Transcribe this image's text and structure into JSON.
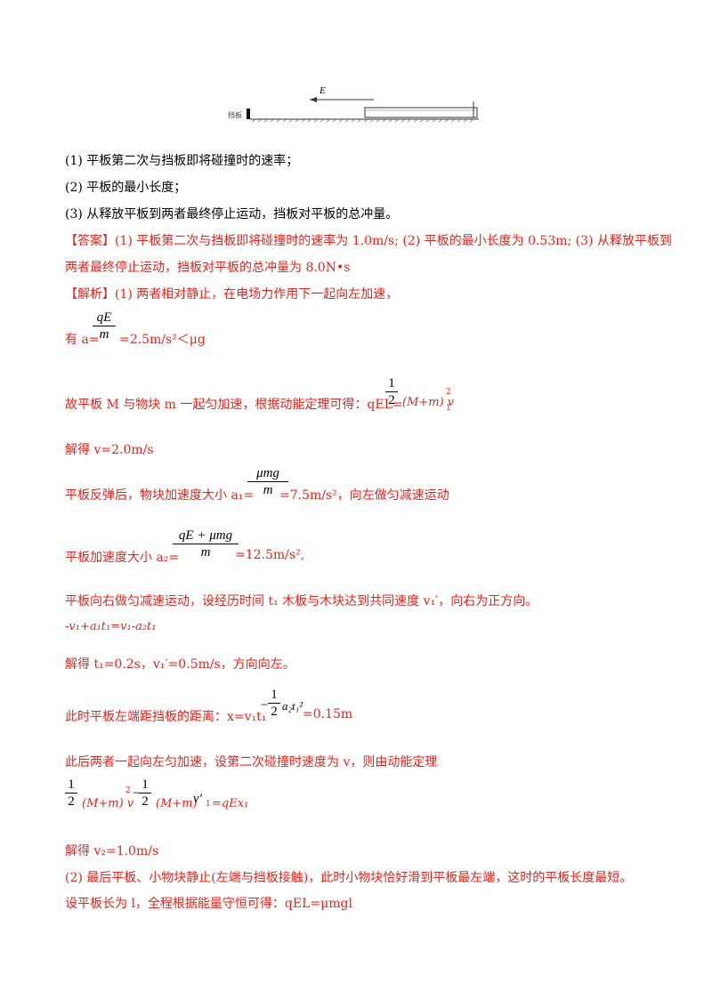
{
  "figure": {
    "field_label": "E",
    "stopper_label": "挡板"
  },
  "questions": [
    "(1) 平板第二次与挡板即将碰撞时的速率；",
    "(2) 平板的最小长度；",
    "(3) 从释放平板到两者最终停止运动，挡板对平板的总冲量。"
  ],
  "answer": {
    "line1": "【答案】(1) 平板第二次与挡板即将碰撞时的速率为 1.0m/s; (2) 平板的最小长度为 0.53m; (3) 从释放平板到",
    "line2": "两者最终停止运动，挡板对平板的总冲量为 8.0N•s"
  },
  "analysis": {
    "intro": "【解析】(1) 两者相对静止，在电场力作用下一起向左加速，",
    "a_prefix": "有 a=",
    "a_frac_num": "qE",
    "a_frac_den": "m",
    "a_suffix": "=2.5m/s²＜μg",
    "energy_text": "故平板 M 与物块 m 一起匀加速，根据动能定理可得：qEL=",
    "half_num": "1",
    "half_den": "2",
    "energy_tail": "(M+m) v",
    "v_sub": "1",
    "v_sup": "2",
    "solve_v": "解得 v=2.0m/s",
    "a1_prefix": "平板反弹后，物块加速度大小 a₁=",
    "a1_num": "μmg",
    "a1_den": "m",
    "a1_suffix": "=7.5m/s²，向左做匀减速运动",
    "a2_prefix": "平板加速度大小 a₂=",
    "a2_num": "qE + μmg",
    "a2_den": "m",
    "a2_suffix": "=12.5m/s²,",
    "t1_text": "平板向右做匀减速运动，设经历时间 t₁ 木板与木块达到共同速度 v₁′，向右为正方向。",
    "eq_t1": "-v₁+a₁t₁=v₁-a₂t₁",
    "solve_t1": "解得 t₁=0.2s，v₁′=0.5m/s，方向向左。",
    "x_prefix": "此时平板左端距挡板的距离：x=v₁t₁",
    "x_tail": "=0.15m",
    "x_minus": "−",
    "x_term": "a₂t₁²",
    "second_text": "此后两者一起向左匀加速，设第二次碰撞时速度为 v，则由动能定理",
    "e2_mid": "(M+m) v",
    "e2_minus": "−",
    "e2_tail": "(M+m)",
    "e2_end": "=qEx₁",
    "solve_v2": "解得 v₂=1.0m/s",
    "part2_line1": "(2) 最后平板、小物块静止(左端与挡板接触)，此时小物块恰好滑到平板最左端，这时的平板长度最短。",
    "part2_line2": "设平板长为 l，全程根据能量守恒可得：qEL=μmgl"
  }
}
